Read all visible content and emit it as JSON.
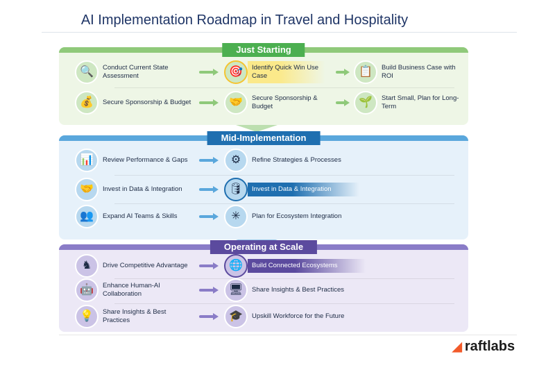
{
  "title": "AI Implementation Roadmap in Travel and Hospitality",
  "logo": "raftlabs",
  "sections": [
    {
      "label": "Just Starting",
      "color": "#4caf50",
      "bg": "#eef6e6",
      "accent": "#8fc97a",
      "rows": [
        [
          {
            "text": "Conduct Current State Assessment",
            "icon": "magnifier-document-icon",
            "glyph": "🔍"
          },
          {
            "text": "Identify Quick Win Use Case",
            "icon": "target-icon",
            "glyph": "🎯",
            "highlight": true
          },
          {
            "text": "Build Business Case with ROI",
            "icon": "clipboard-dollar-icon",
            "glyph": "📋"
          }
        ],
        [
          {
            "text": "Secure Sponsorship & Budget",
            "icon": "money-bag-icon",
            "glyph": "💰"
          },
          {
            "text": "Secure Sponsorship & Budget",
            "icon": "handshake-icon",
            "glyph": "🤝"
          },
          {
            "text": "Start Small, Plan for Long-Term",
            "icon": "sprout-icon",
            "glyph": "🌱"
          }
        ]
      ]
    },
    {
      "label": "Mid-Implementation",
      "color": "#1f6fb0",
      "bg": "#e6f1fa",
      "accent": "#5aa7dc",
      "rows": [
        [
          {
            "text": "Review Performance & Gaps",
            "icon": "chart-magnifier-icon",
            "glyph": "📊"
          },
          {
            "text": "Refine Strategies & Processes",
            "icon": "gears-icon",
            "glyph": "⚙"
          }
        ],
        [
          {
            "text": "Invest in Data & Integration",
            "icon": "handshake-icon",
            "glyph": "🤝"
          },
          {
            "text": "Invest in Data & Integration",
            "icon": "database-icon",
            "glyph": "🛢",
            "highlight": true
          }
        ],
        [
          {
            "text": "Expand AI Teams & Skills",
            "icon": "team-icon",
            "glyph": "👥"
          },
          {
            "text": "Plan for Ecosystem Integration",
            "icon": "network-icon",
            "glyph": "✳"
          }
        ]
      ]
    },
    {
      "label": "Operating at Scale",
      "color": "#5b4a9e",
      "bg": "#ece8f6",
      "accent": "#8a7cc7",
      "rows": [
        [
          {
            "text": "Drive Competitive Advantage",
            "icon": "chess-knight-icon",
            "glyph": "♞"
          },
          {
            "text": "Build Connected Ecosystems",
            "icon": "globe-network-icon",
            "glyph": "🌐",
            "highlight": true
          }
        ],
        [
          {
            "text": "Enhance Human-AI Collaboration",
            "icon": "human-robot-icon",
            "glyph": "🤖"
          },
          {
            "text": "Share Insights & Best Practices",
            "icon": "presentation-icon",
            "glyph": "🖥"
          }
        ],
        [
          {
            "text": "Share Insights & Best Practices",
            "icon": "insights-screen-icon",
            "glyph": "💡"
          },
          {
            "text": "Upskill Workforce for the Future",
            "icon": "graduation-cap-icon",
            "glyph": "🎓"
          }
        ]
      ]
    }
  ]
}
